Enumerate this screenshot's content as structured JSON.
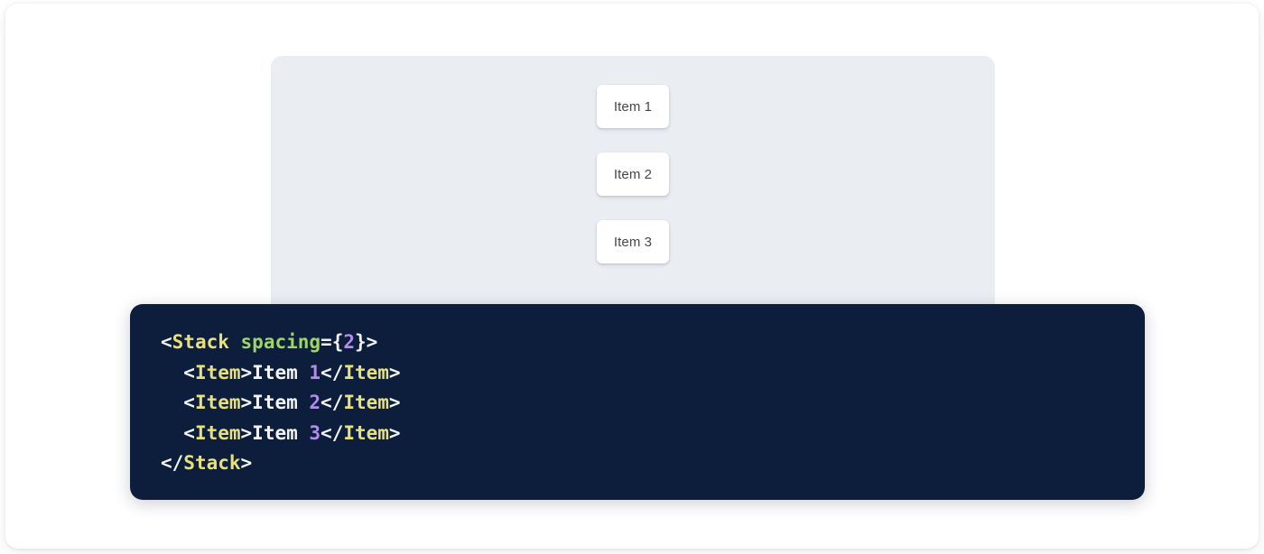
{
  "preview": {
    "panel_name": "stack-preview-panel",
    "background_color": "#eaedf2",
    "items": [
      {
        "label": "Item 1"
      },
      {
        "label": "Item 2"
      },
      {
        "label": "Item 3"
      }
    ]
  },
  "code": {
    "background_color": "#0c1e3b",
    "language": "jsx",
    "colors": {
      "tag": "#e8e07a",
      "attribute": "#a0d468",
      "number": "#b48ced",
      "punctuation": "#f2f4f8",
      "text": "#f2f4f8"
    },
    "lines": [
      {
        "tokens": [
          {
            "text": "<",
            "type": "punct"
          },
          {
            "text": "Stack",
            "type": "tag"
          },
          {
            "text": " ",
            "type": "punct"
          },
          {
            "text": "spacing",
            "type": "attr"
          },
          {
            "text": "={",
            "type": "punct"
          },
          {
            "text": "2",
            "type": "num"
          },
          {
            "text": "}>",
            "type": "punct"
          }
        ]
      },
      {
        "tokens": [
          {
            "text": "  <",
            "type": "punct"
          },
          {
            "text": "Item",
            "type": "tag"
          },
          {
            "text": ">",
            "type": "punct"
          },
          {
            "text": "Item ",
            "type": "text"
          },
          {
            "text": "1",
            "type": "num"
          },
          {
            "text": "</",
            "type": "punct"
          },
          {
            "text": "Item",
            "type": "tag"
          },
          {
            "text": ">",
            "type": "punct"
          }
        ]
      },
      {
        "tokens": [
          {
            "text": "  <",
            "type": "punct"
          },
          {
            "text": "Item",
            "type": "tag"
          },
          {
            "text": ">",
            "type": "punct"
          },
          {
            "text": "Item ",
            "type": "text"
          },
          {
            "text": "2",
            "type": "num"
          },
          {
            "text": "</",
            "type": "punct"
          },
          {
            "text": "Item",
            "type": "tag"
          },
          {
            "text": ">",
            "type": "punct"
          }
        ]
      },
      {
        "tokens": [
          {
            "text": "  <",
            "type": "punct"
          },
          {
            "text": "Item",
            "type": "tag"
          },
          {
            "text": ">",
            "type": "punct"
          },
          {
            "text": "Item ",
            "type": "text"
          },
          {
            "text": "3",
            "type": "num"
          },
          {
            "text": "</",
            "type": "punct"
          },
          {
            "text": "Item",
            "type": "tag"
          },
          {
            "text": ">",
            "type": "punct"
          }
        ]
      },
      {
        "tokens": [
          {
            "text": "</",
            "type": "punct"
          },
          {
            "text": "Stack",
            "type": "tag"
          },
          {
            "text": ">",
            "type": "punct"
          }
        ]
      }
    ]
  }
}
